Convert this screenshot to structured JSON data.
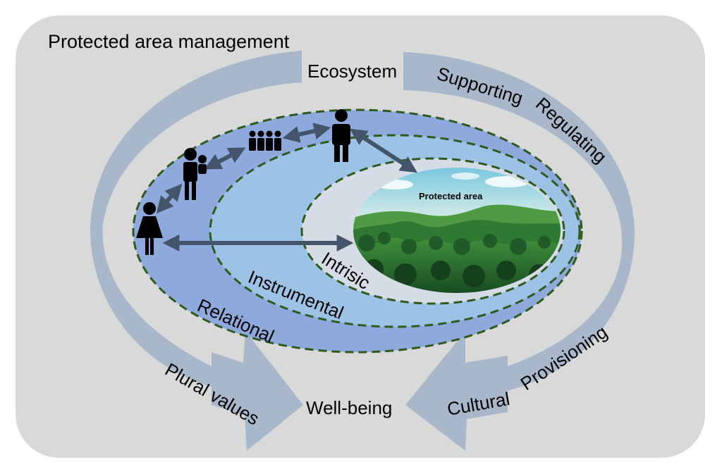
{
  "title": "Protected area management",
  "ecosystem": "Ecosystem",
  "wellbeing": "Well-being",
  "services": {
    "supporting": "Supporting",
    "regulating": "Regulating",
    "provisioning": "Provisioning",
    "cultural": "Cultural"
  },
  "plural_values": "Plural values",
  "rings": {
    "relational": "Relational",
    "instrumental": "Instrumental",
    "intrinsic": "Intrisic"
  },
  "protected_area": "Protected area",
  "colors": {
    "panel": "#d9d9d9",
    "arrows": "#a8b7c9",
    "relational": "#8eaadc",
    "instrumental": "#9cc3e6",
    "intrinsic": "#d6dce5",
    "dash": "#2e5a1e",
    "connector": "#44546a"
  },
  "icons": [
    "woman-icon",
    "parent-with-child-icon",
    "family-group-icon",
    "man-icon"
  ]
}
